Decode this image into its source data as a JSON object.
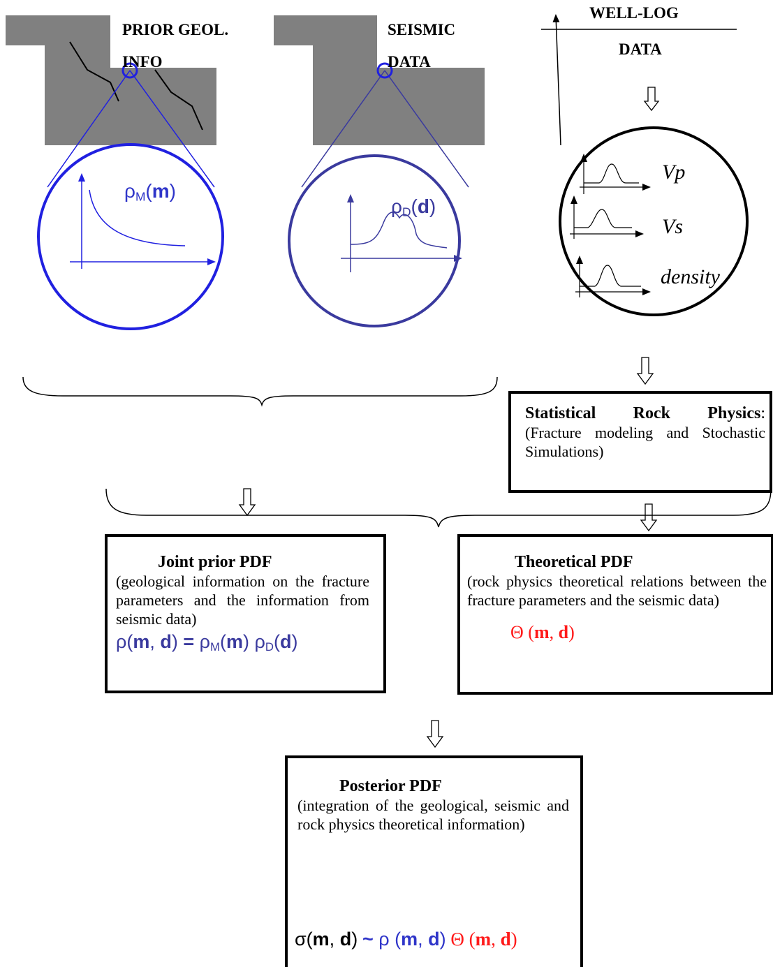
{
  "labels": {
    "prior_geol_1": "PRIOR GEOL.",
    "prior_geol_2": "INFO",
    "seismic_1": "SEISMIC",
    "seismic_2": "DATA",
    "welllog_1": "WELL-LOG",
    "welllog_2": "DATA"
  },
  "circle_labels": {
    "rho_m_sym": "ρ",
    "rho_m_sub": "M",
    "rho_m_arg": "m",
    "rho_d_sym": "ρ",
    "rho_d_sub": "D",
    "rho_d_arg": "d",
    "vp": "Vp",
    "vs": "Vs",
    "density": "density"
  },
  "boxes": {
    "rock_physics": {
      "title": "Statistical Rock Physics",
      "title_suffix": ":",
      "body": "(Fracture modeling and Stochastic Simulations)"
    },
    "joint_prior": {
      "title": "Joint prior PDF",
      "body": "(geological information on the fracture parameters and the information from seismic data)",
      "formula": "ρ(m, d) = ρM(m) ρD(d)"
    },
    "theoretical": {
      "title": "Theoretical PDF",
      "body": "(rock physics theoretical relations between the fracture parameters and the seismic data)",
      "formula": "Θ (m, d)"
    },
    "posterior": {
      "title": "Posterior PDF",
      "body": "(integration of the geological, seismic and rock physics theoretical information)",
      "formula": "σ(m, d) ~ ρ (m, d) Θ (m, d)"
    }
  },
  "colors": {
    "gray_block": "#808080",
    "blue": "#2020e0",
    "dark_blue": "#3a3a9e",
    "red": "#ff1a1a"
  }
}
